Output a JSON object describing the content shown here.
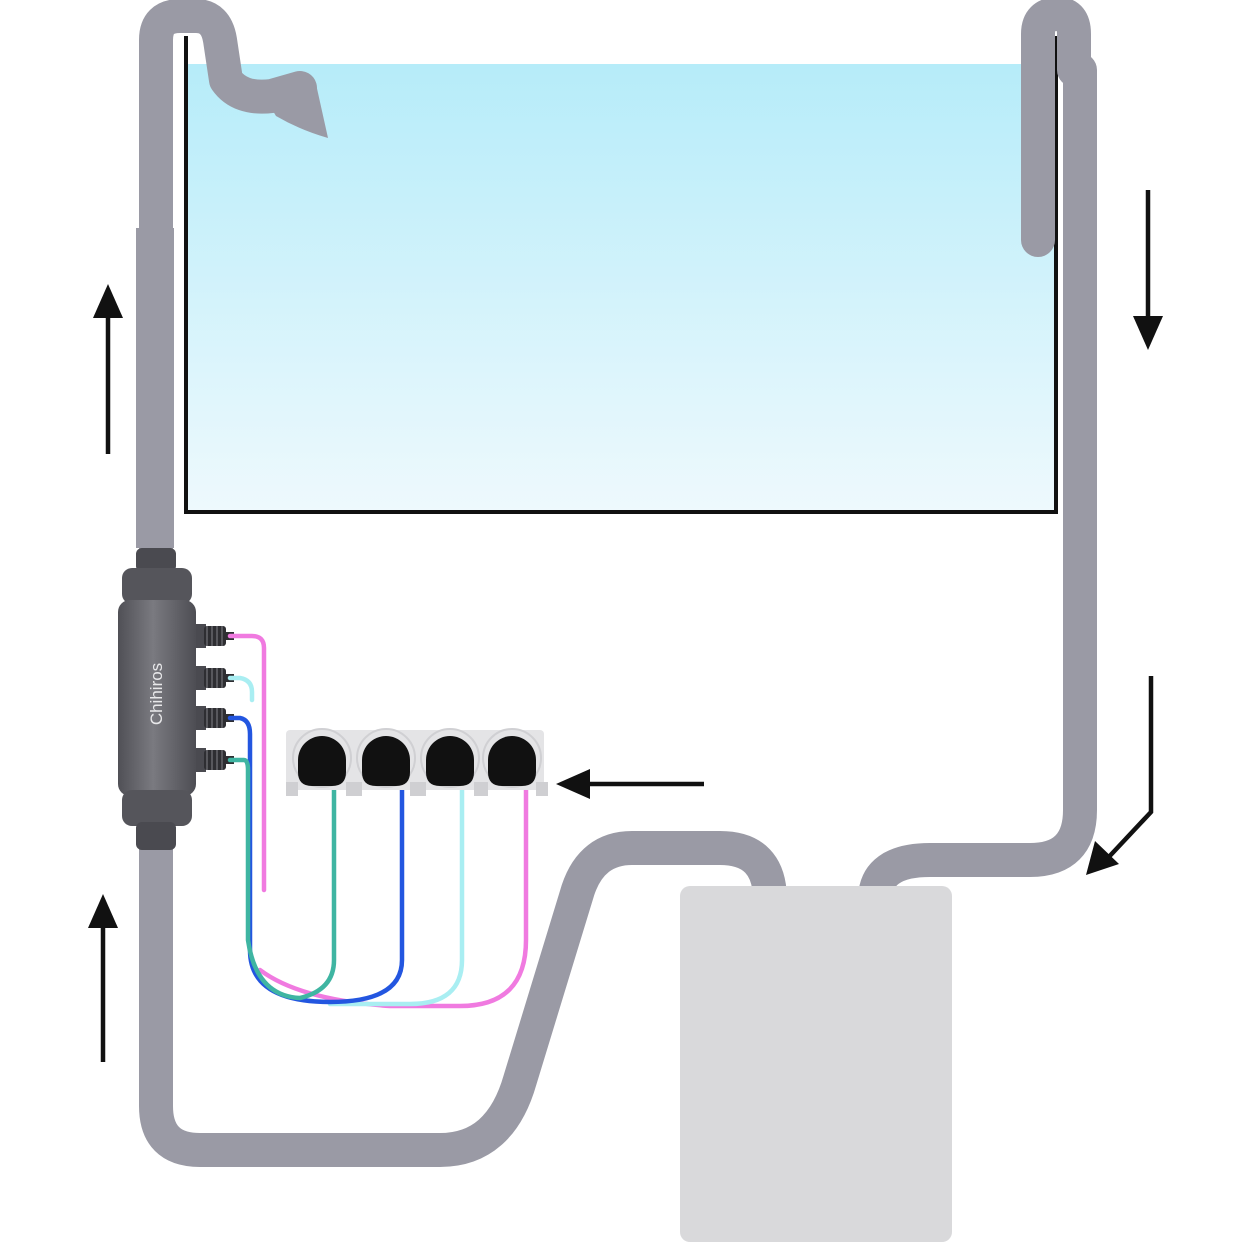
{
  "diagram": {
    "brand_label": "Chihiros",
    "colors": {
      "pipe": "#9a9aa5",
      "pipe_outline": "#8c8c97",
      "water_top": "#b6ecf9",
      "water_bottom": "#eef9fd",
      "tank_outline": "#111111",
      "reactor_body": "#6e6e74",
      "reactor_dark": "#4a4a50",
      "sump": "#d9d9db",
      "pump_head": "#111111",
      "pump_bracket": "#e4e4e6",
      "arrow": "#111111",
      "tube_pink": "#f07ae0",
      "tube_light_cyan": "#a9eef2",
      "tube_blue": "#2356e0",
      "tube_teal": "#3fb5a2"
    },
    "icons": {
      "pump_head": "peristaltic-pump-head-icon",
      "arrow": "flow-arrow-icon",
      "reactor_port": "hose-fitting-icon"
    },
    "flow": {
      "return_line": "up",
      "overflow_line": "down",
      "dosing_feed": "left"
    }
  }
}
